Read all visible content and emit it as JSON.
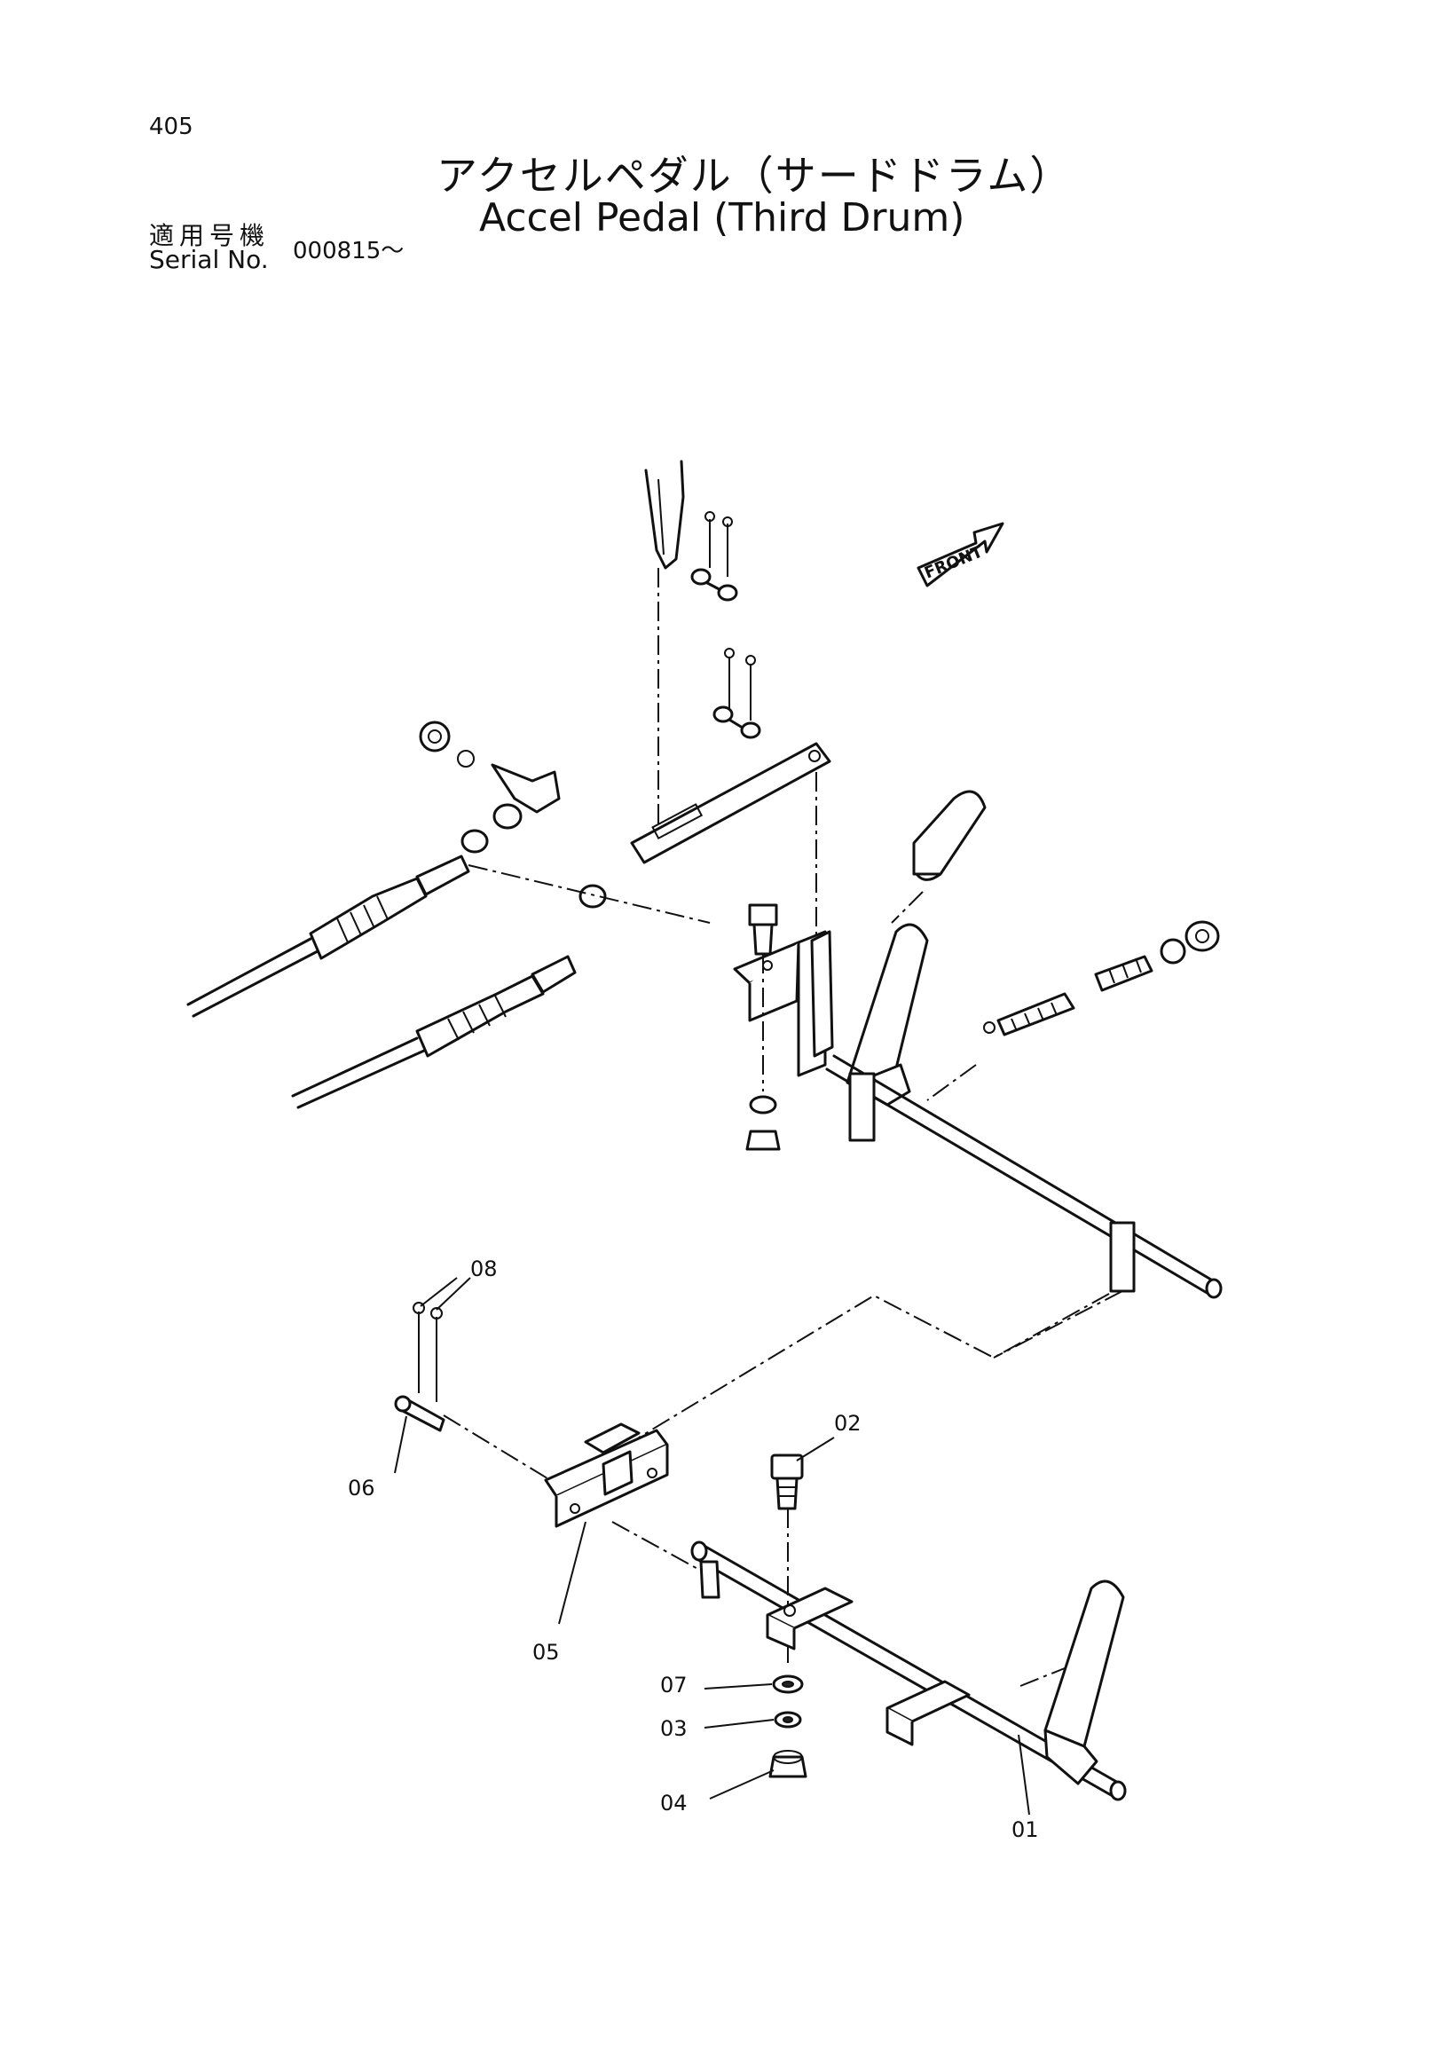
{
  "header": {
    "page_number": "405",
    "title_jp": "アクセルペダル（サードドラム）",
    "title_en": "Accel Pedal (Third Drum)",
    "serial_label_jp": "適用号機",
    "serial_label_en": "Serial No.",
    "serial_value": "000815～"
  },
  "diagram": {
    "front_arrow_label": "FRONT",
    "callouts": {
      "c01": "01",
      "c02": "02",
      "c03": "03",
      "c04": "04",
      "c05": "05",
      "c06": "06",
      "c07": "07",
      "c08": "08"
    }
  }
}
